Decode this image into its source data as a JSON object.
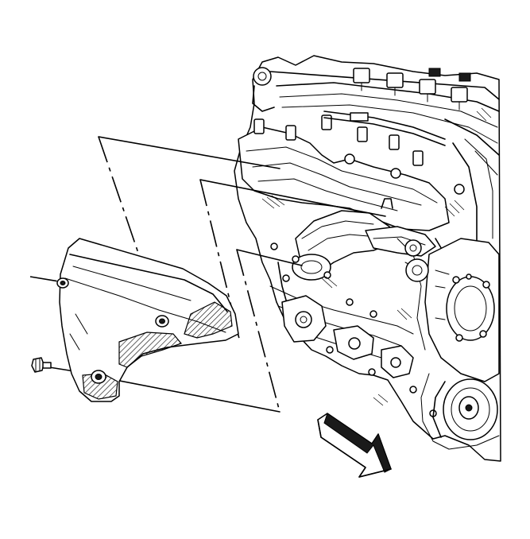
{
  "diagram": {
    "parts": {
      "engine": "engine-assembly",
      "shield": "exhaust-manifold-heat-shield",
      "bolt": "heat-shield-bolt",
      "arrow": "front-of-vehicle-arrow"
    }
  }
}
